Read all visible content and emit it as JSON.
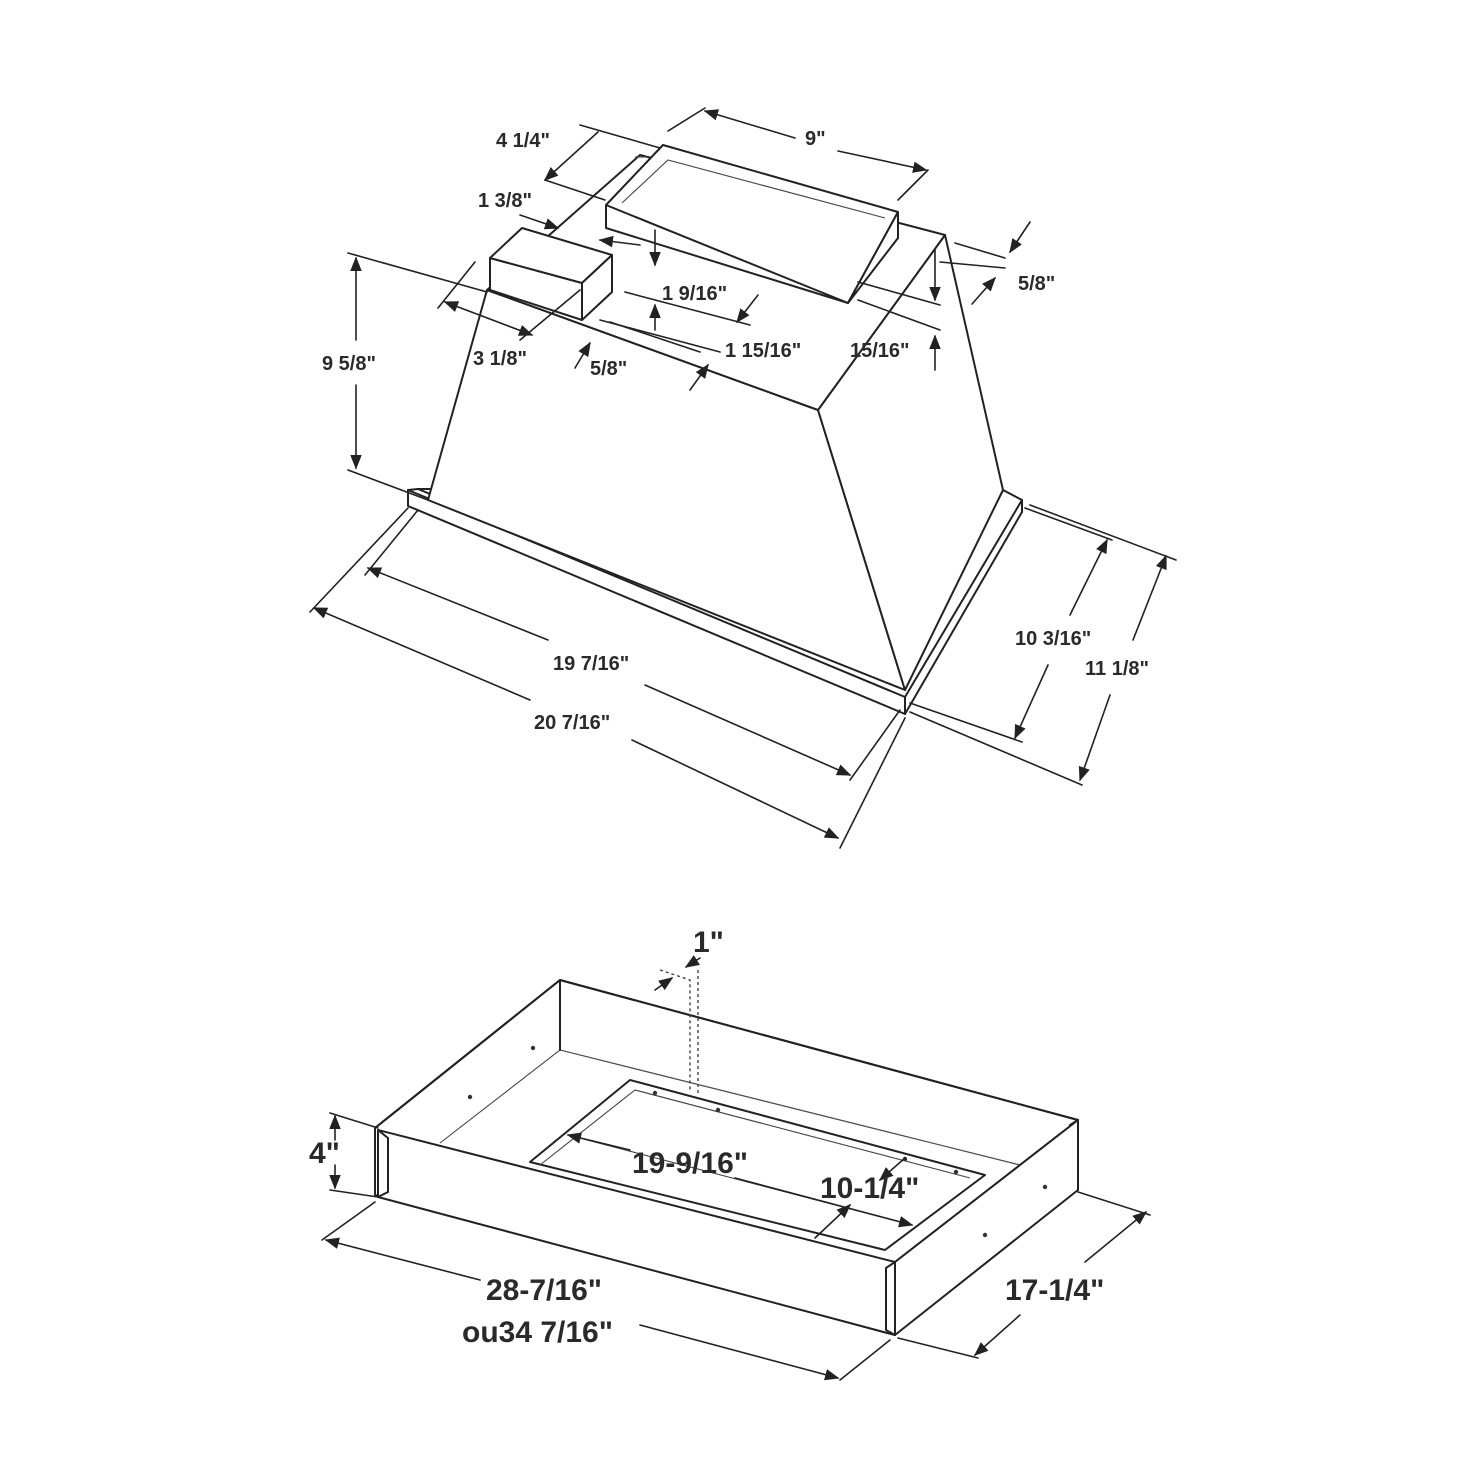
{
  "range_hood_insert": {
    "dimensions": {
      "duct_depth": "4 1/4\"",
      "duct_width": "9\"",
      "duct_offset_left": "1 3/8\"",
      "duct_offset_top": "1 9/16\"",
      "duct_offset_right": "5/8\"",
      "duct_height_side": "15/16\"",
      "damper_offset_front": "1 15/16\"",
      "box_width": "3 1/8\"",
      "box_offset": "5/8\"",
      "overall_height": "9 5/8\"",
      "inner_width": "19 7/16\"",
      "outer_width": "20 7/16\"",
      "inner_depth": "10 3/16\"",
      "outer_depth": "11 1/8\""
    }
  },
  "liner": {
    "dimensions": {
      "flange": "1\"",
      "height": "4\"",
      "opening_width": "19-9/16\"",
      "opening_depth": "10-1/4\"",
      "width_line1": "28-7/16\"",
      "width_line2": "ou34 7/16\"",
      "depth": "17-1/4\""
    }
  }
}
